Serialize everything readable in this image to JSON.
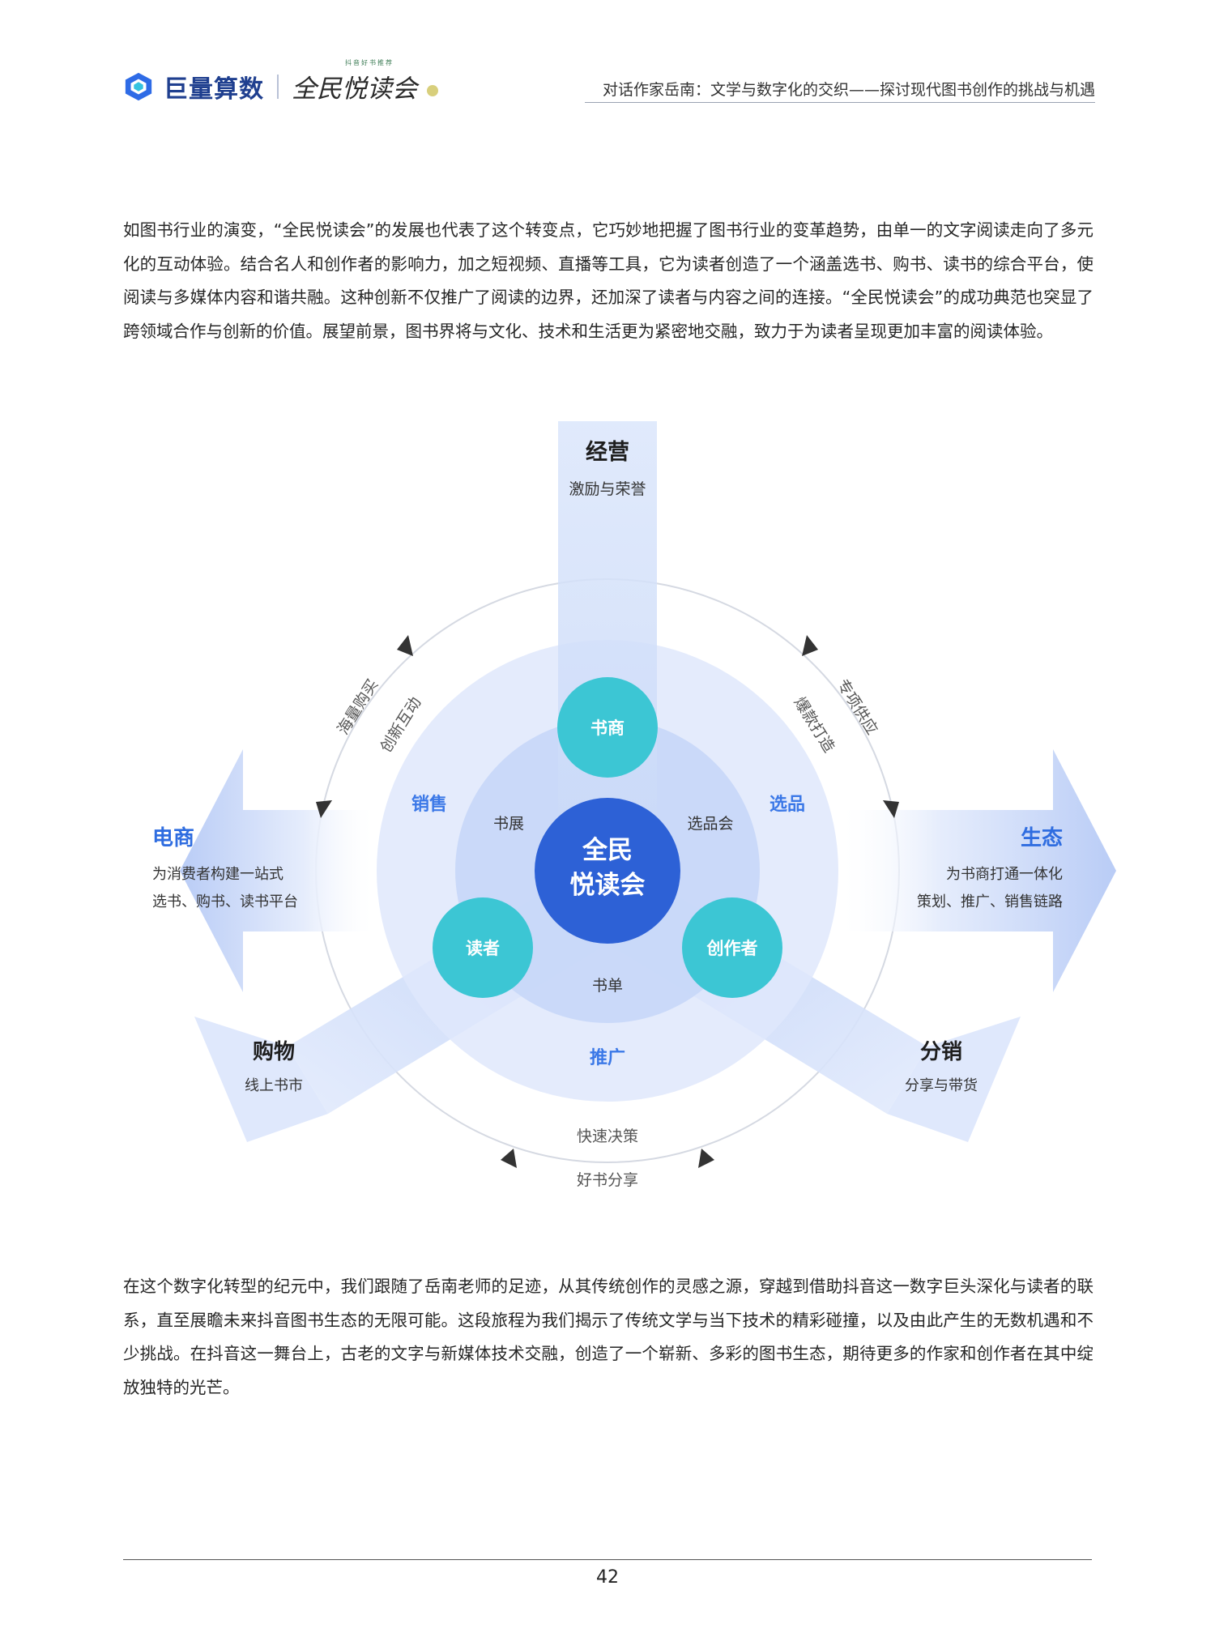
{
  "header": {
    "brand_name": "巨量算数",
    "event_name": "全民悦读会",
    "event_tag": "抖音好书推荐",
    "title": "对话作家岳南：文学与数字化的交织——探讨现代图书创作的挑战与机遇"
  },
  "paragraphs": {
    "p1": "如图书行业的演变，“全民悦读会”的发展也代表了这个转变点，它巧妙地把握了图书行业的变革趋势，由单一的文字阅读走向了多元化的互动体验。结合名人和创作者的影响力，加之短视频、直播等工具，它为读者创造了一个涵盖选书、购书、读书的综合平台，使阅读与多媒体内容和谐共融。这种创新不仅推广了阅读的边界，还加深了读者与内容之间的连接。“全民悦读会”的成功典范也突显了跨领域合作与创新的价值。展望前景，图书界将与文化、技术和生活更为紧密地交融，致力于为读者呈现更加丰富的阅读体验。",
    "p2": "在这个数字化转型的纪元中，我们跟随了岳南老师的足迹，从其传统创作的灵感之源，穿越到借助抖音这一数字巨头深化与读者的联系，直至展瞻未来抖音图书生态的无限可能。这段旅程为我们揭示了传统文学与当下技术的精彩碰撞，以及由此产生的无数机遇和不少挑战。在抖音这一舞台上，古老的文字与新媒体技术交融，创造了一个崭新、多彩的图书生态，期待更多的作家和创作者在其中绽放独特的光芒。"
  },
  "diagram": {
    "center": {
      "line1": "全民",
      "line2": "悦读会"
    },
    "nodes": {
      "bookstore": "书商",
      "reader": "读者",
      "creator": "创作者"
    },
    "inner_labels": {
      "fair": "书展",
      "selection_meeting": "选品会",
      "booklist": "书单"
    },
    "ring_labels": {
      "sales": "销售",
      "selection": "选品",
      "promotion": "推广"
    },
    "top": {
      "title": "经营",
      "subtitle": "激励与荣誉"
    },
    "left": {
      "title": "电商",
      "line1": "为消费者构建一站式",
      "line2": "选书、购书、读书平台"
    },
    "right": {
      "title": "生态",
      "line1": "为书商打通一体化",
      "line2": "策划、推广、销售链路"
    },
    "bottom_left": {
      "title": "购物",
      "subtitle": "线上书市"
    },
    "bottom_right": {
      "title": "分销",
      "subtitle": "分享与带货"
    },
    "arc_labels": {
      "left_outer": "海量购买",
      "left_inner": "创新互动",
      "right_outer": "专项供应",
      "right_inner": "爆款打造",
      "bottom_inner": "快速决策",
      "bottom_outer": "好书分享"
    },
    "colors": {
      "accent_blue": "#2f6de0",
      "teal": "#3cc6d4",
      "center_blue": "#2d61d6",
      "pale_blue": "#dbe6fb"
    }
  },
  "footer": {
    "page_number": "42"
  }
}
